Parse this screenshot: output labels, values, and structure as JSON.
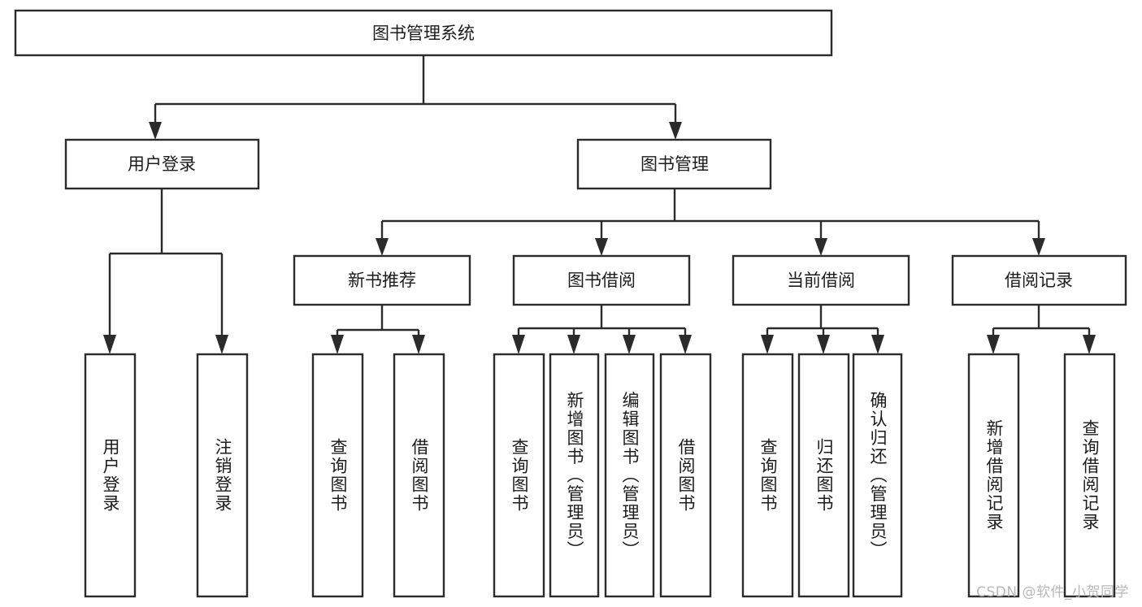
{
  "diagram": {
    "type": "tree-flowchart",
    "title": "图书管理系统",
    "watermark": "CSDN @软件_小贺同学",
    "colors": {
      "background": "#ffffff",
      "stroke": "#2b2b2b",
      "node_fill": "#ffffff",
      "text": "#1c1c1c",
      "watermark": "#b8b8b8"
    },
    "root": {
      "label": "图书管理系统",
      "orientation": "horizontal"
    },
    "level2": [
      {
        "label": "用户登录",
        "orientation": "horizontal"
      },
      {
        "label": "图书管理",
        "orientation": "horizontal"
      }
    ],
    "level3": [
      {
        "label": "新书推荐",
        "orientation": "horizontal"
      },
      {
        "label": "图书借阅",
        "orientation": "horizontal"
      },
      {
        "label": "当前借阅",
        "orientation": "horizontal"
      },
      {
        "label": "借阅记录",
        "orientation": "horizontal"
      }
    ],
    "leaves": {
      "user_login": [
        {
          "label": "用户登录",
          "orientation": "vertical"
        },
        {
          "label": "注销登录",
          "orientation": "vertical"
        }
      ],
      "new_book_recommend": [
        {
          "label": "查询图书",
          "orientation": "vertical"
        },
        {
          "label": "借阅图书",
          "orientation": "vertical"
        }
      ],
      "book_borrow": [
        {
          "label": "查询图书",
          "orientation": "vertical"
        },
        {
          "label": "新增图书（管理员）",
          "orientation": "vertical"
        },
        {
          "label": "编辑图书（管理员）",
          "orientation": "vertical"
        },
        {
          "label": "借阅图书",
          "orientation": "vertical"
        }
      ],
      "current_borrow": [
        {
          "label": "查询图书",
          "orientation": "vertical"
        },
        {
          "label": "归还图书",
          "orientation": "vertical"
        },
        {
          "label": "确认归还（管理员）",
          "orientation": "vertical"
        }
      ],
      "borrow_record": [
        {
          "label": "新增借阅记录",
          "orientation": "vertical"
        },
        {
          "label": "查询借阅记录",
          "orientation": "vertical"
        }
      ]
    }
  }
}
